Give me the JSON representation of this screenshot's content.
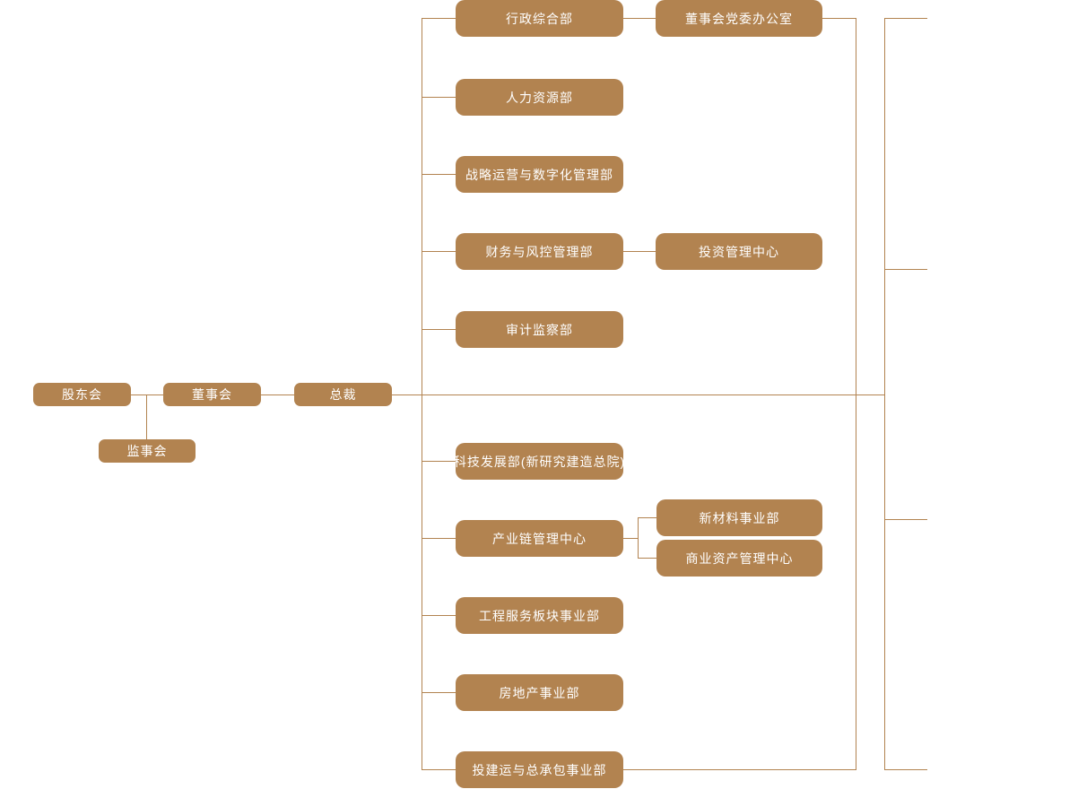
{
  "diagram": {
    "type": "org-chart",
    "language": "zh-CN"
  },
  "colors": {
    "node_fill": "#B28350",
    "node_text": "#FFFFFF",
    "connector": "#B28350",
    "background": "#FFFFFF"
  },
  "nodes": {
    "shareholders": {
      "label": "股东会"
    },
    "board": {
      "label": "董事会"
    },
    "supervisory": {
      "label": "监事会"
    },
    "president": {
      "label": "总裁"
    },
    "admin_general": {
      "label": "行政综合部"
    },
    "board_party_office": {
      "label": "董事会党委办公室"
    },
    "hr": {
      "label": "人力资源部"
    },
    "strategy_digital": {
      "label": "战略运营与数字化管理部"
    },
    "finance_risk": {
      "label": "财务与风控管理部"
    },
    "investment_center": {
      "label": "投资管理中心"
    },
    "audit": {
      "label": "审计监察部"
    },
    "tech_dev": {
      "label": "科技发展部(新研究建造总院)"
    },
    "industry_chain": {
      "label": "产业链管理中心"
    },
    "new_materials": {
      "label": "新材料事业部"
    },
    "commercial_assets": {
      "label": "商业资产管理中心"
    },
    "engineering_services": {
      "label": "工程服务板块事业部"
    },
    "real_estate": {
      "label": "房地产事业部"
    },
    "invest_build_epc": {
      "label": "投建运与总承包事业部"
    }
  },
  "edges": [
    [
      "shareholders",
      "board"
    ],
    [
      "shareholders",
      "supervisory"
    ],
    [
      "board",
      "president"
    ],
    [
      "president",
      "admin_general"
    ],
    [
      "president",
      "hr"
    ],
    [
      "president",
      "strategy_digital"
    ],
    [
      "president",
      "finance_risk"
    ],
    [
      "president",
      "audit"
    ],
    [
      "president",
      "tech_dev"
    ],
    [
      "president",
      "industry_chain"
    ],
    [
      "president",
      "engineering_services"
    ],
    [
      "president",
      "real_estate"
    ],
    [
      "president",
      "invest_build_epc"
    ],
    [
      "admin_general",
      "board_party_office"
    ],
    [
      "finance_risk",
      "investment_center"
    ],
    [
      "industry_chain",
      "new_materials"
    ],
    [
      "industry_chain",
      "commercial_assets"
    ]
  ]
}
